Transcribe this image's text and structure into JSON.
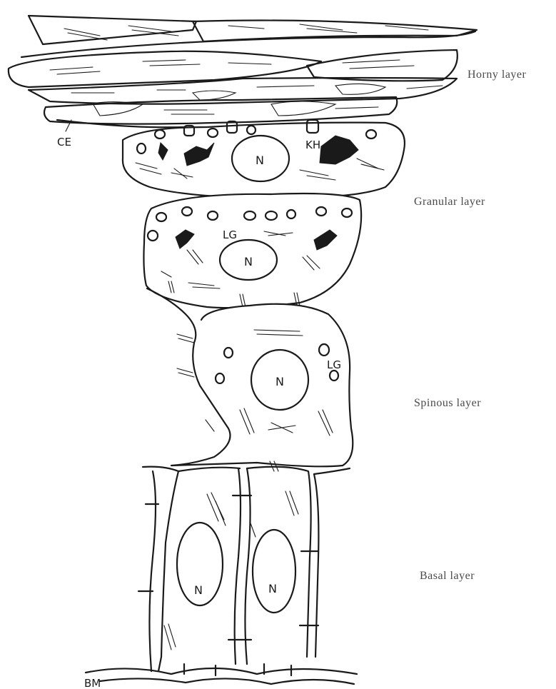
{
  "layers": {
    "horny": "Horny layer",
    "granular": "Granular layer",
    "spinous": "Spinous layer",
    "basal": "Basal layer"
  },
  "abbreviations": {
    "ce": "CE",
    "kh": "KH",
    "lg_granular": "LG",
    "lg_spinous": "LG",
    "bm": "BM"
  },
  "nuclei": {
    "granular_upper": "N",
    "granular_lower": "N",
    "spinous": "N",
    "basal_left": "N",
    "basal_right": "N"
  }
}
